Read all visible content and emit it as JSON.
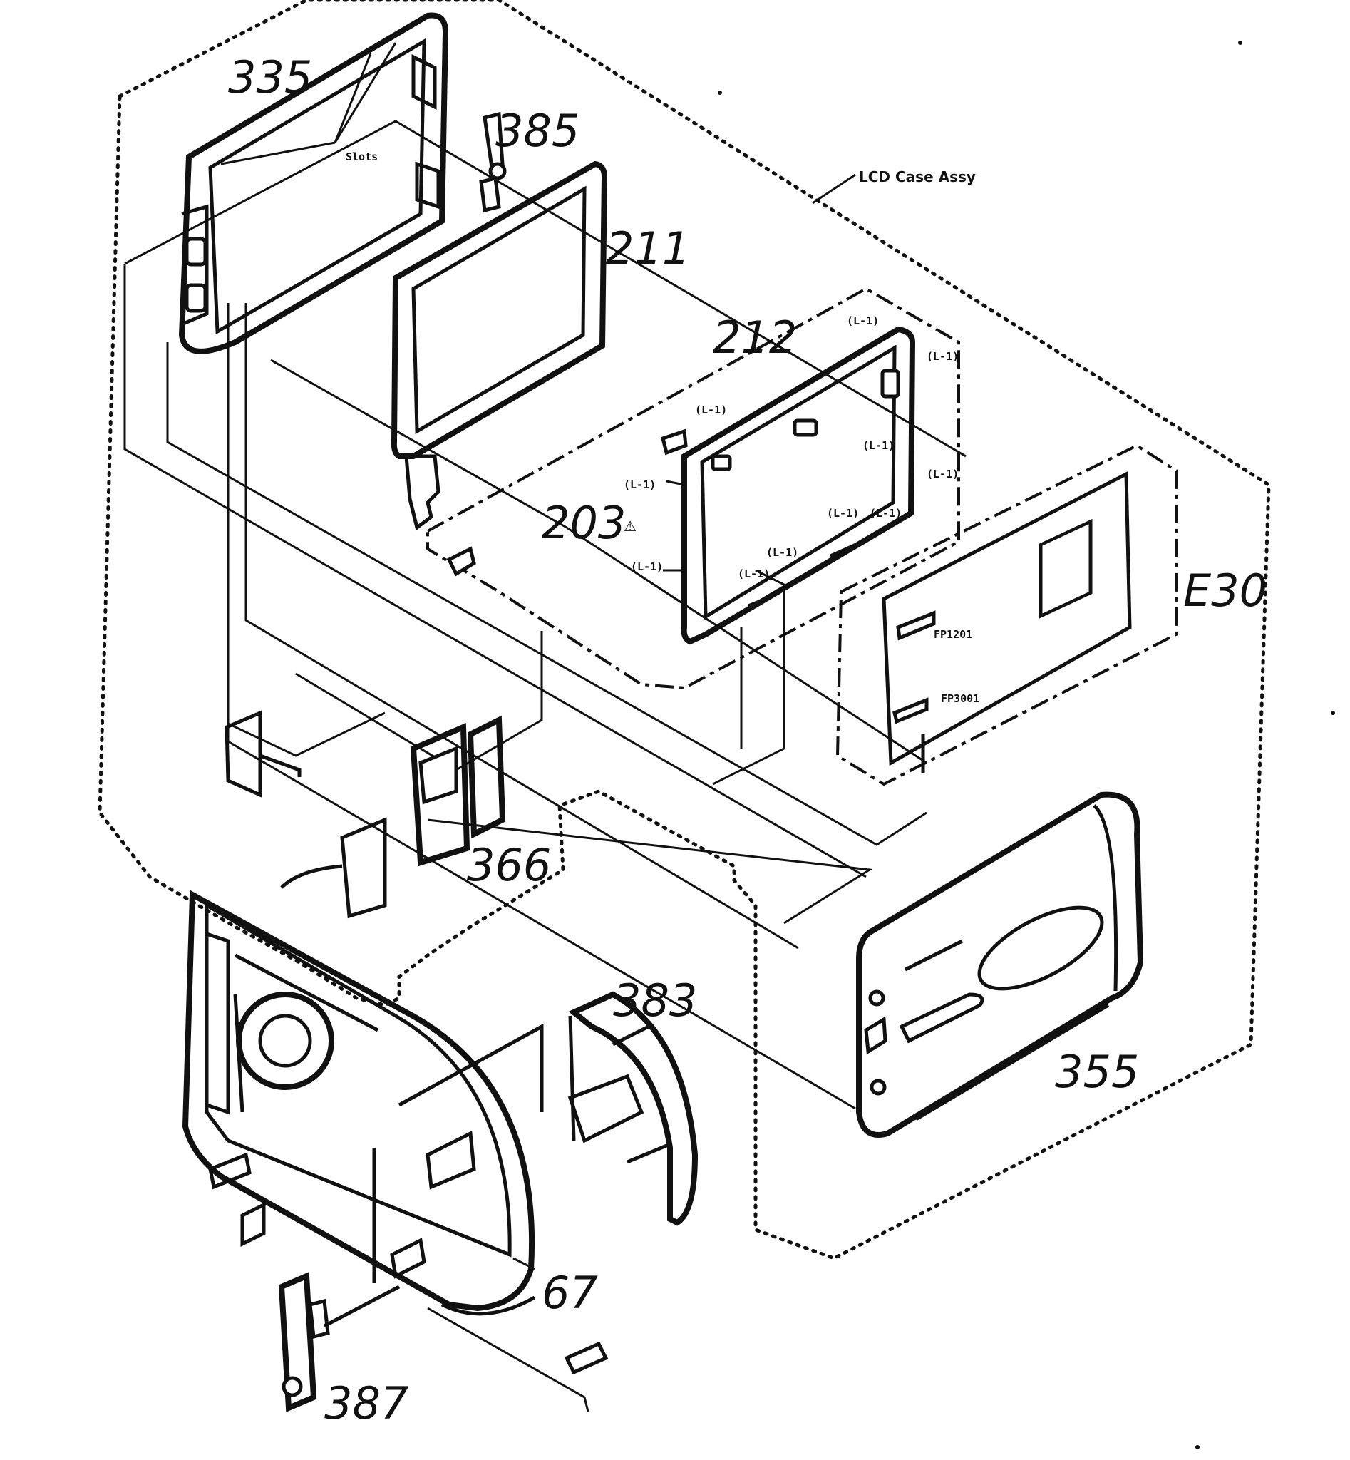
{
  "labels": {
    "p335": "335",
    "p385": "385",
    "p211": "211",
    "p212": "212",
    "p203": "203",
    "p203_mark": "⚠",
    "pE30": "E30",
    "p366": "366",
    "p383": "383",
    "p355": "355",
    "p67": "67",
    "p387": "387",
    "lcd_case_assy": "LCD Case Assy",
    "slots": "Slots",
    "fp1201": "FP1201",
    "fp3001": "FP3001",
    "screw": "(L-1)"
  }
}
